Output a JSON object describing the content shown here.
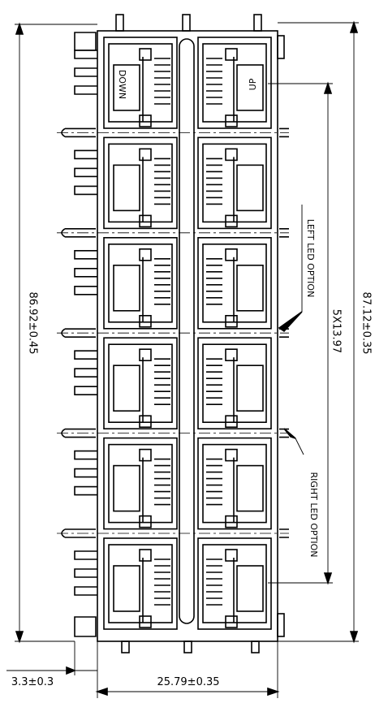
{
  "drawing": {
    "port_labels": {
      "top_left": "DOWN",
      "top_right": "UP"
    },
    "callouts": {
      "left_led_option": "LEFT LED OPTION",
      "right_led_option": "RIGHT LED OPTION"
    },
    "dimensions": {
      "overall_height_left": "86.92±0.45",
      "overall_height_right": "87.12±0.35",
      "port_pitch": "5X13.97",
      "pin_offset": "3.3±0.3",
      "body_width": "25.79±0.35"
    },
    "layout": {
      "rows": 6,
      "columns": 2
    }
  }
}
